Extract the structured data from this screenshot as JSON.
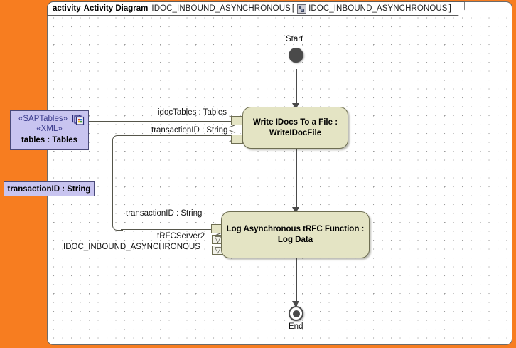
{
  "frame": {
    "keyword": "activity",
    "type_label": "Activity Diagram",
    "name": "IDOC_INBOUND_ASYNCHRONOUS",
    "bracket_open": "[",
    "bracket_close": "]",
    "qualified_name": "IDOC_INBOUND_ASYNCHRONOUS",
    "icon": "activity-diagram-icon"
  },
  "colors": {
    "backdrop": "#f77d20",
    "canvas": "#ffffff",
    "activity_fill": "#e4e4c4",
    "activity_border": "#6e6e52",
    "object_fill": "#c8c4f0",
    "object_border": "#4a4a7a",
    "stereotype_text": "#3a3a8c",
    "connector": "#55554a",
    "control_flow": "#4a4a4a"
  },
  "nodes": {
    "start": {
      "label": "Start"
    },
    "end": {
      "label": "End"
    },
    "write_idocs": {
      "line1": "Write IDocs To a File :",
      "line2": "WriteIDocFile"
    },
    "log_trfc": {
      "line1": "Log Asynchronous tRFC Function :",
      "line2": "Log Data"
    },
    "sap_tables": {
      "stereotype1": "«SAPTables»",
      "stereotype2": "«XML»",
      "name": "tables : Tables",
      "icon": "copies-icon"
    },
    "transaction_id": {
      "name": "transactionID : String"
    }
  },
  "edges": {
    "idoc_tables": "idocTables : Tables",
    "transaction_id_top": "transactionID : String",
    "transaction_id_bottom": "transactionID : String"
  },
  "pins": {
    "trfc_server2": "tRFCServer2",
    "idoc_inbound_async": "IDOC_INBOUND_ASYNCHRONOUS"
  }
}
